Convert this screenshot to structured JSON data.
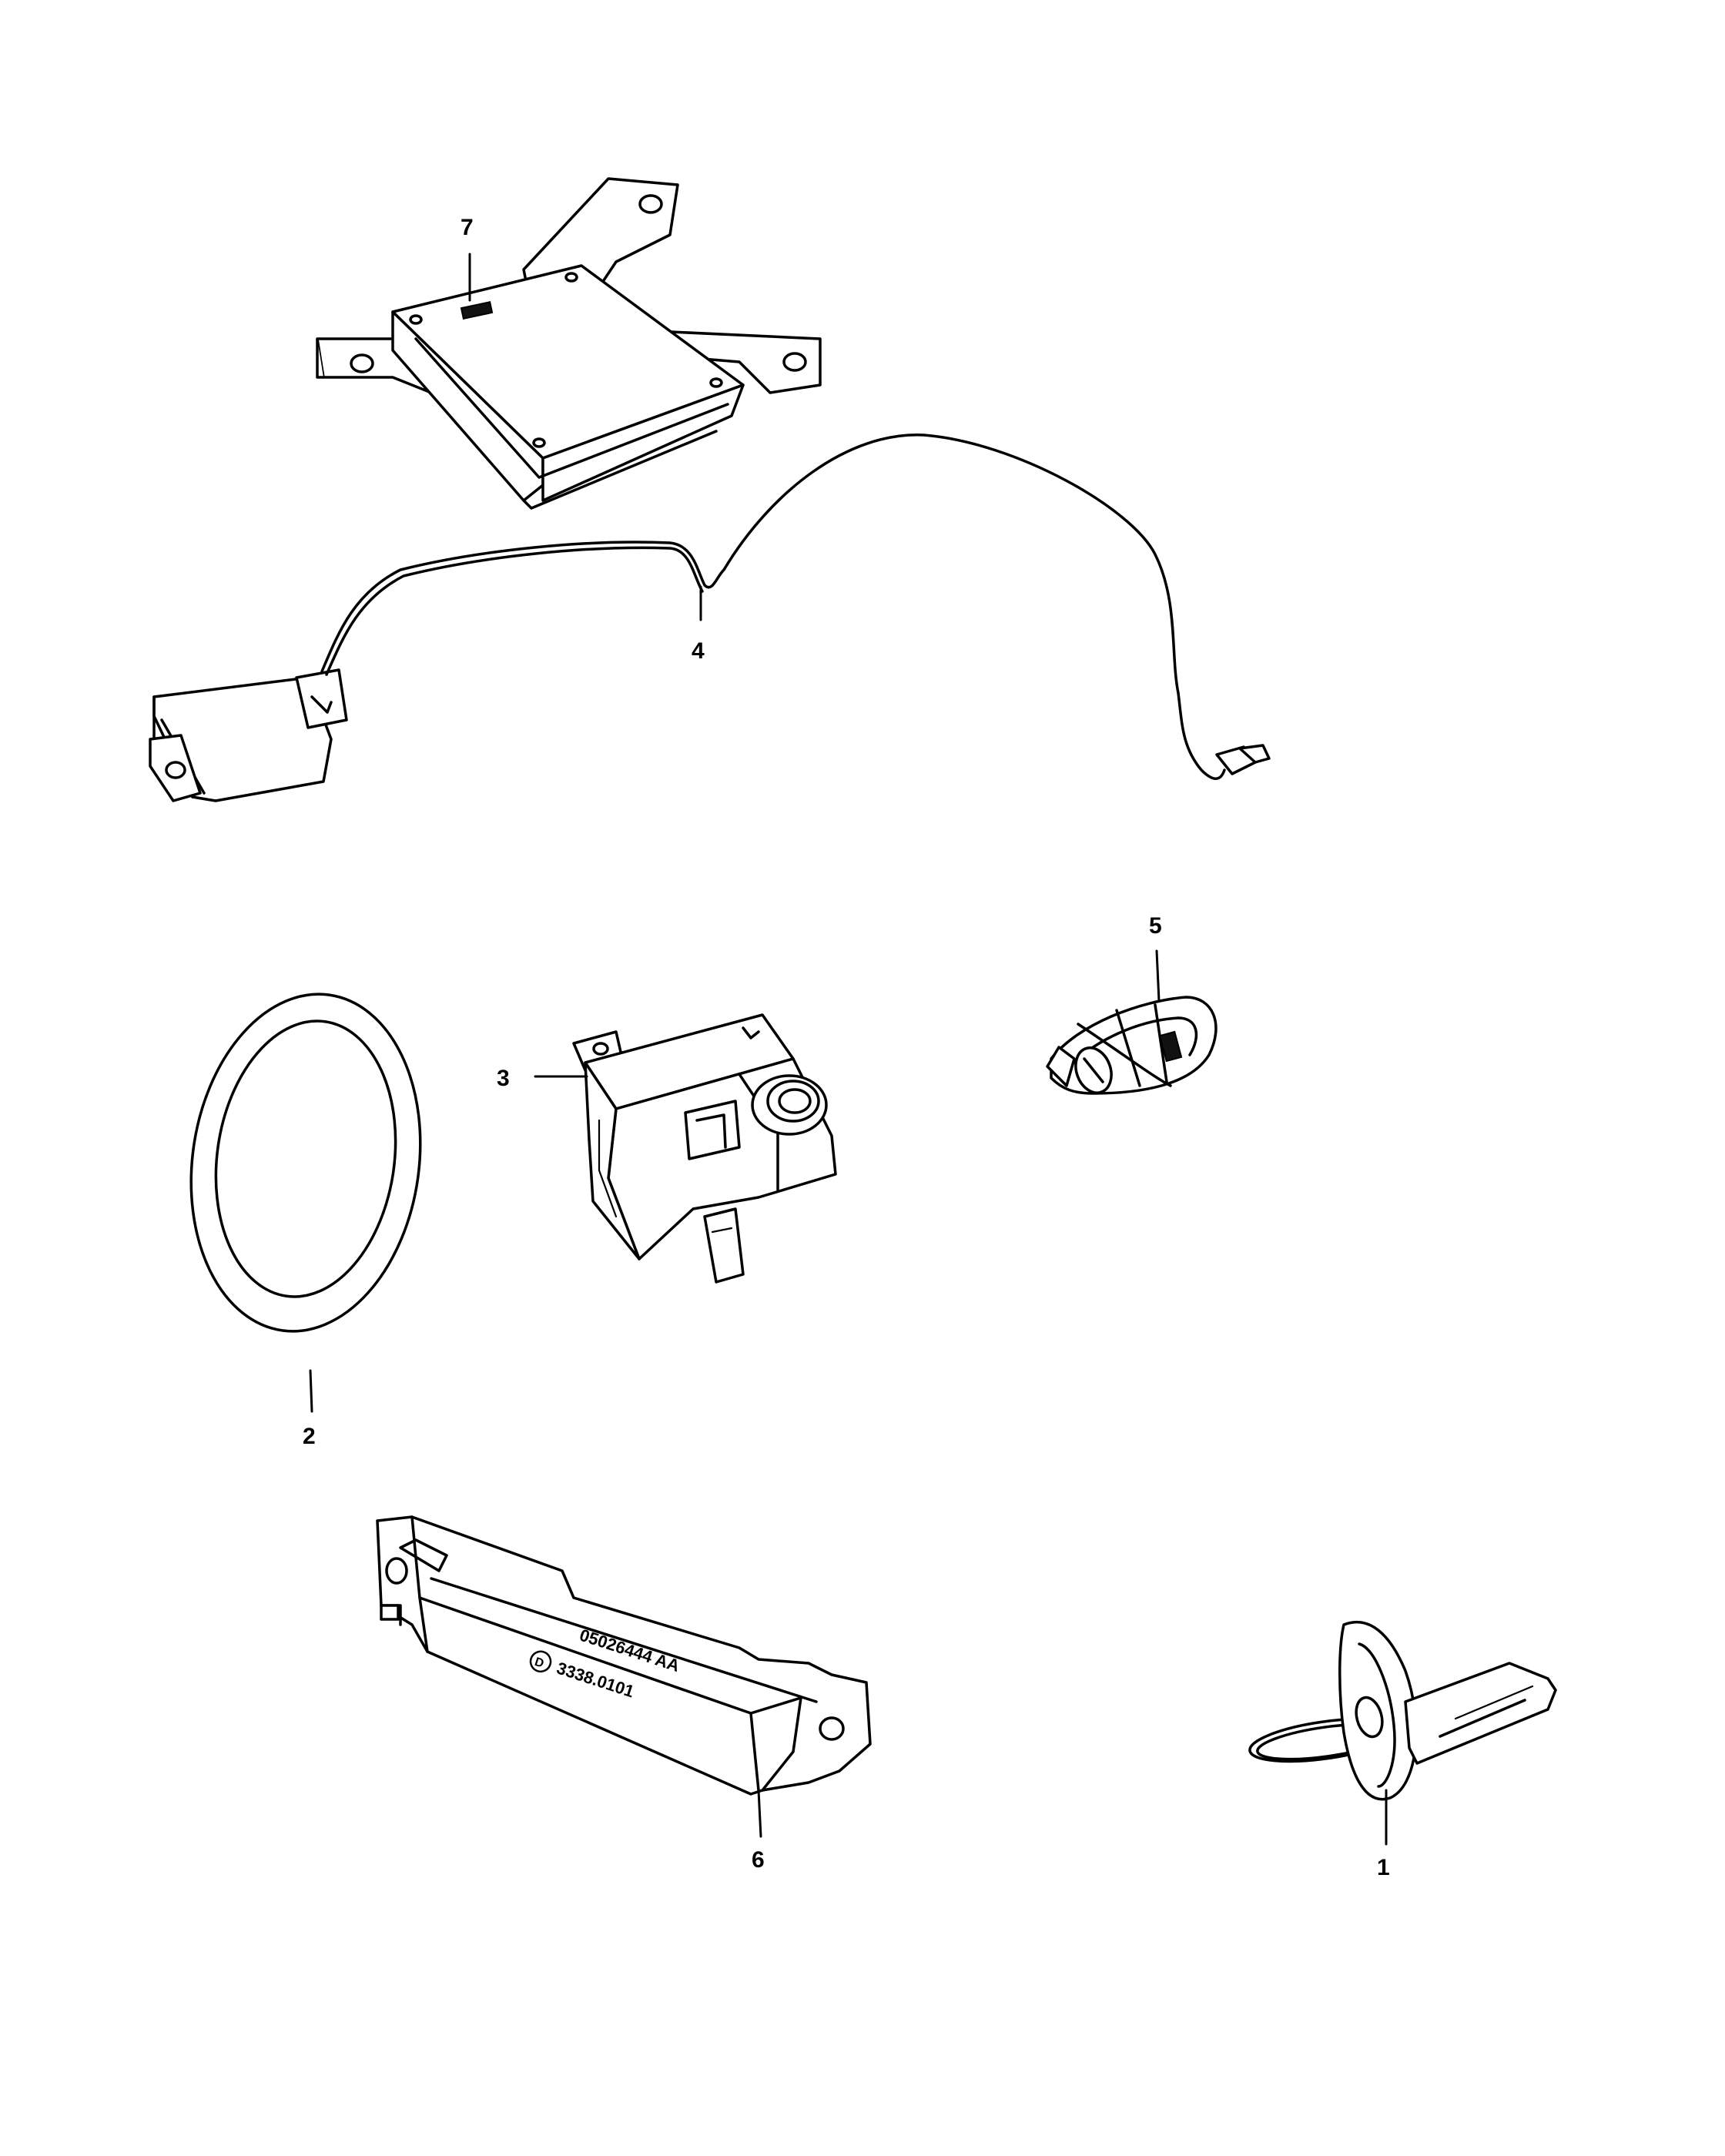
{
  "parts": [
    {
      "id": "1",
      "callout": "1",
      "icon": "key-blank-icon"
    },
    {
      "id": "2",
      "callout": "2",
      "icon": "bezel-ring-icon"
    },
    {
      "id": "3",
      "callout": "3",
      "icon": "ignition-module-icon"
    },
    {
      "id": "4",
      "callout": "4",
      "icon": "antenna-cable-icon"
    },
    {
      "id": "5",
      "callout": "5",
      "icon": "key-fob-icon"
    },
    {
      "id": "6",
      "callout": "6",
      "icon": "bracket-module-icon"
    },
    {
      "id": "7",
      "callout": "7",
      "icon": "control-module-icon"
    }
  ],
  "module_label": {
    "part_number": "05026444 AA",
    "code": "3338.0101",
    "logo_letter": "D"
  }
}
